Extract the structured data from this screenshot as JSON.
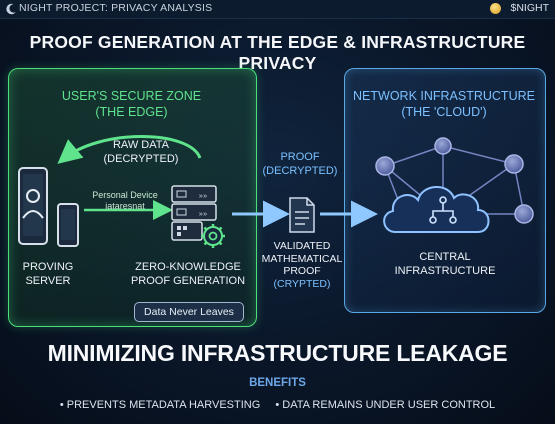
{
  "topbar": {
    "left_label": "NIGHT PROJECT: PRIVACY ANALYSIS",
    "right_label": "$NIGHT"
  },
  "title": "PROOF GENERATION AT THE EDGE & INFRASTRUCTURE PRIVACY",
  "left_zone": {
    "title_line1": "USER'S SECURE ZONE",
    "title_line2": "(THE EDGE)",
    "raw_data_line1": "RAW DATA",
    "raw_data_line2": "(DECRYPTED)",
    "device_label_line1": "Personal Device",
    "device_label_line2": "iataresnat",
    "proving_line1": "PROVING",
    "proving_line2": "SERVER",
    "zkp_line1": "ZERO-KNOWLEDGE",
    "zkp_line2": "PROOF GENERATION",
    "badge": "Data Never Leaves"
  },
  "middle": {
    "proof_line1": "PROOF",
    "proof_line2": "(DECRYPTED)",
    "validated_line1": "VALIDATED",
    "validated_line2": "MATHEMATICAL",
    "validated_line3": "PROOF",
    "validated_line4": "(CRYPTED)"
  },
  "right_zone": {
    "title_line1": "NETWORK INFRASTRUCTURE",
    "title_line2": "(THE 'CLOUD')",
    "central_line1": "CENTRAL",
    "central_line2": "INFRASTRUCTURE"
  },
  "headline": "MINIMIZING INFRASTRUCTURE LEAKAGE",
  "benefits": {
    "heading": "BENEFITS",
    "items": [
      "• PREVENTS METADATA HARVESTING",
      "• DATA REMAINS UNDER USER CONTROL"
    ]
  },
  "colors": {
    "edge_green": "#49e07a",
    "cloud_blue": "#5aa8e6",
    "background": "#0a1628"
  },
  "icons": [
    "moon-icon",
    "coin-icon",
    "tablet-user-icon",
    "phone-icon",
    "server-icon",
    "gear-icon",
    "document-icon",
    "cloud-network-icon"
  ]
}
